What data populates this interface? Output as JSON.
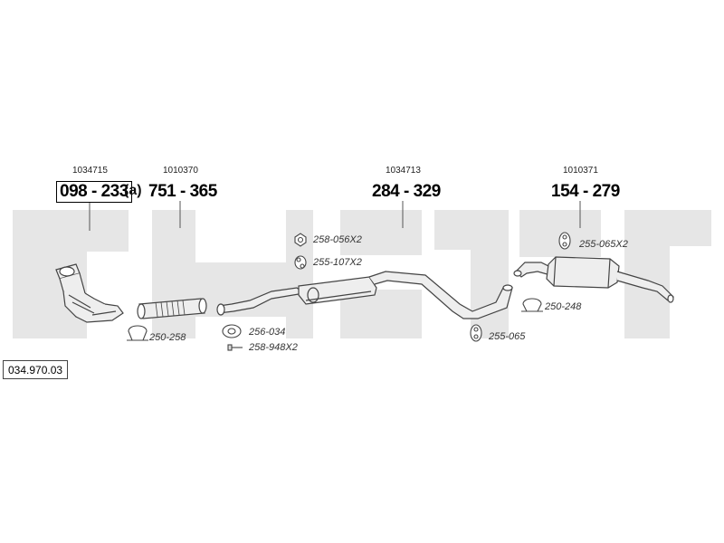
{
  "diagram": {
    "watermark_text": "bosal",
    "part_number": "034.970.03",
    "components": [
      {
        "id": "catalyst",
        "code": "1034715",
        "ref": "098 - 233",
        "ref_boxed": true,
        "suffix": "(a)"
      },
      {
        "id": "front_pipe",
        "code": "1010370",
        "ref": "751 - 365"
      },
      {
        "id": "center_silencer",
        "code": "1034713",
        "ref": "284 - 329"
      },
      {
        "id": "rear_silencer",
        "code": "1010371",
        "ref": "154 - 279"
      }
    ],
    "accessories": [
      {
        "id": "nut",
        "label": "258-056X2"
      },
      {
        "id": "rubber_mount_a",
        "label": "255-107X2"
      },
      {
        "id": "clamp_front",
        "label": "250-258"
      },
      {
        "id": "gasket",
        "label": "256-034"
      },
      {
        "id": "bolt",
        "label": "258-948X2"
      },
      {
        "id": "hanger_rear",
        "label": "255-065X2"
      },
      {
        "id": "clamp_rear",
        "label": "250-248"
      },
      {
        "id": "hanger_center",
        "label": "255-065"
      }
    ],
    "colors": {
      "watermark": "#e6e6e6",
      "line": "#444444",
      "pipe_fill": "#eeeeee",
      "text": "#111111"
    }
  }
}
